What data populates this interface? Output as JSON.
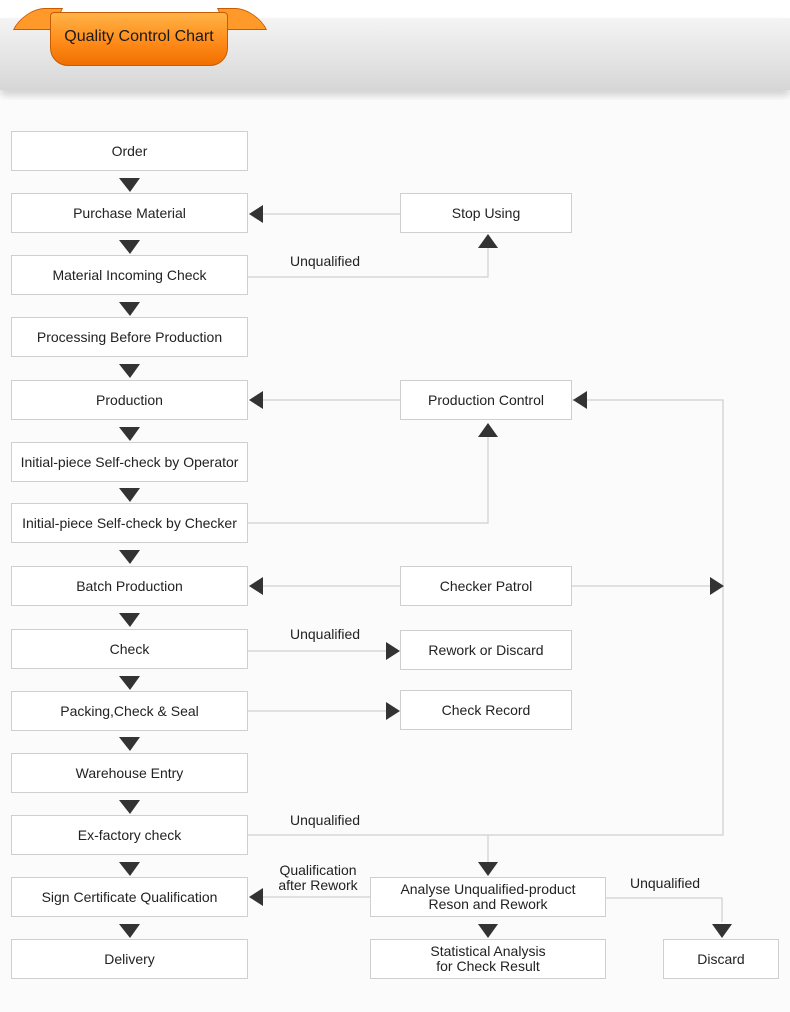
{
  "header": {
    "title": "Quality Control Chart"
  },
  "main_flow": [
    "Order",
    "Purchase Material",
    "Material Incoming Check",
    "Processing Before Production",
    "Production",
    "Initial-piece Self-check by Operator",
    "Initial-piece Self-check by Checker",
    "Batch Production",
    "Check",
    "Packing,Check & Seal",
    "Warehouse Entry",
    "Ex-factory check",
    "Sign Certificate Qualification",
    "Delivery"
  ],
  "side": {
    "stop_using": "Stop Using",
    "production_control": "Production Control",
    "checker_patrol": "Checker Patrol",
    "rework_or_discard": "Rework or Discard",
    "check_record": "Check Record",
    "analyse": "Analyse Unqualified-product\nReson and Rework",
    "statistical": "Statistical Analysis\nfor Check Result",
    "discard": "Discard"
  },
  "labels": {
    "unqualified_1": "Unqualified",
    "unqualified_2": "Unqualified",
    "unqualified_3": "Unqualified",
    "unqualified_4": "Unqualified",
    "after_rework": "Qualification\nafter Rework"
  }
}
